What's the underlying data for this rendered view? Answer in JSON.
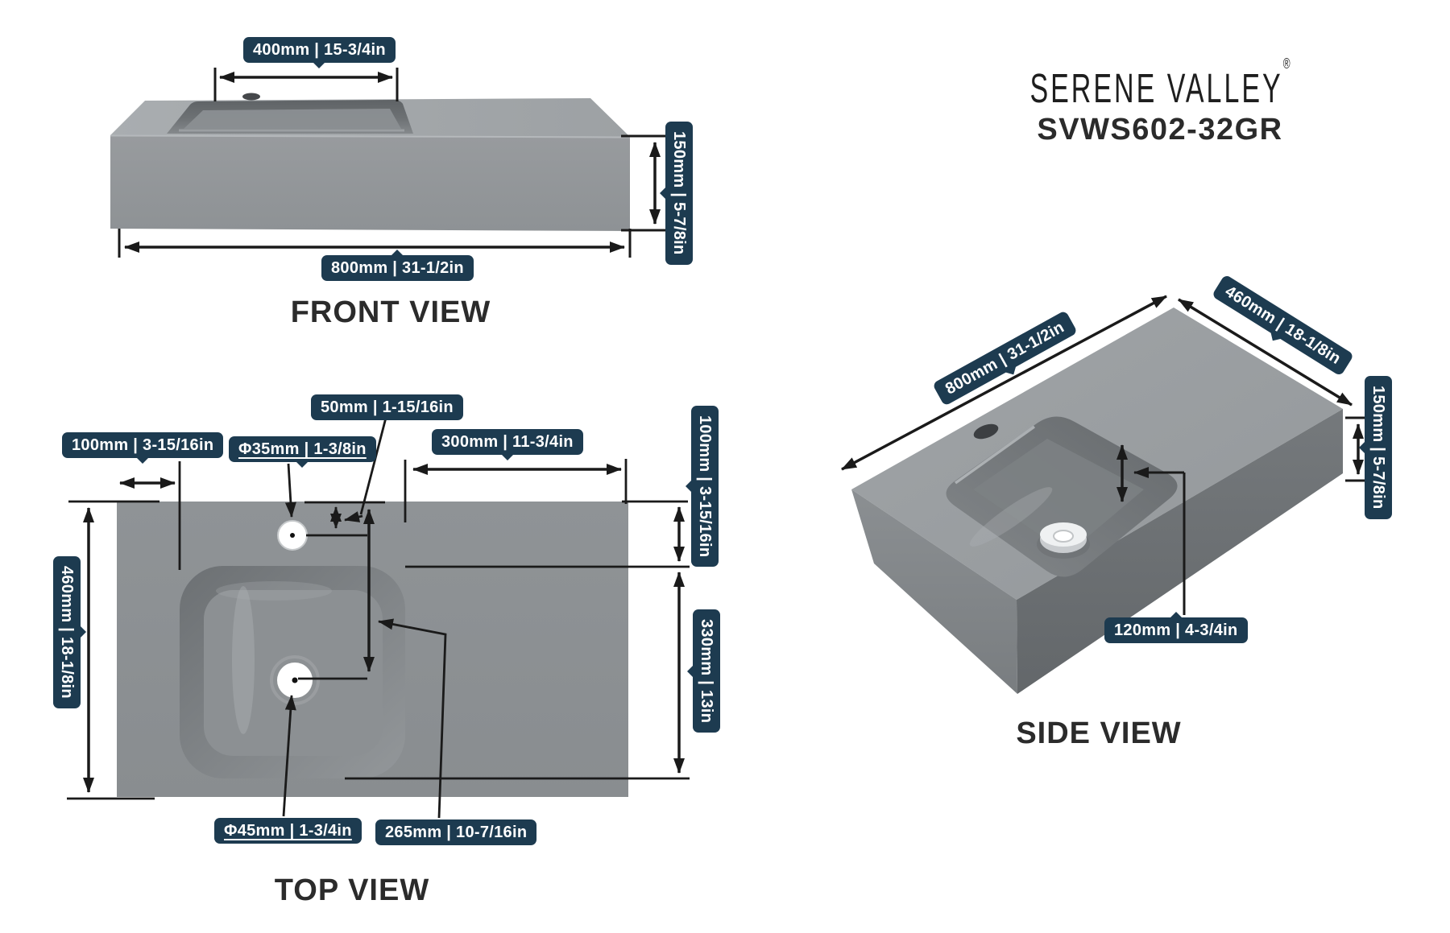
{
  "brand": {
    "name": "SERENE VALLEY",
    "registered_mark": "®",
    "model": "SVWS602-32GR"
  },
  "views": {
    "front": {
      "title": "FRONT VIEW"
    },
    "top": {
      "title": "TOP VIEW"
    },
    "side": {
      "title": "SIDE VIEW"
    }
  },
  "front_view": {
    "basin_width": "400mm | 15-3/4in",
    "height": "150mm | 5-7/8in",
    "width": "800mm | 31-1/2in"
  },
  "top_view": {
    "left_offset": "100mm | 3-15/16in",
    "faucet_hole_diameter": "Φ35mm | 1-3/8in",
    "faucet_setback": "50mm | 1-15/16in",
    "right_counter_width": "300mm | 11-3/4in",
    "basin_top_offset": "100mm | 3-15/16in",
    "basin_length": "330mm | 13in",
    "depth": "460mm | 18-1/8in",
    "drain_hole_diameter": "Φ45mm | 1-3/4in",
    "drain_center_distance": "265mm | 10-7/16in"
  },
  "side_view": {
    "width": "800mm | 31-1/2in",
    "depth": "460mm | 18-1/8in",
    "height": "150mm | 5-7/8in",
    "basin_depth": "120mm | 4-3/4in"
  },
  "colors": {
    "label_background": "#1d3b50",
    "dimension_line": "#1a1a1a",
    "sink_gray": "#909497",
    "title_text": "#2b2b2b",
    "background": "#ffffff"
  }
}
